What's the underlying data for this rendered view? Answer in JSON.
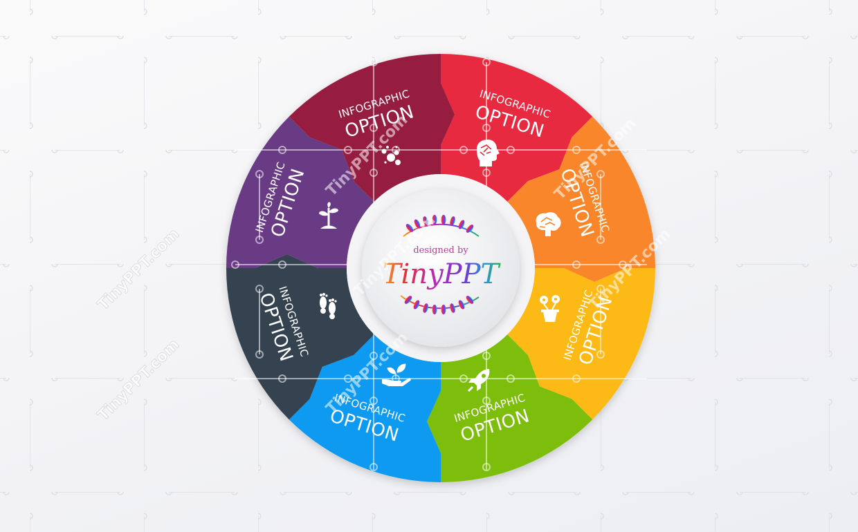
{
  "center": {
    "designed_by": "designed by",
    "brand": "TinyPPT"
  },
  "segments": [
    {
      "id": "red",
      "color": "#e8293f",
      "line1": "INFOGRAPHIC",
      "line2": "OPTION",
      "icon": "brain-head-icon"
    },
    {
      "id": "orange",
      "color": "#f9862a",
      "line1": "INFOGRAPHIC",
      "line2": "OPTION",
      "icon": "brain-icon"
    },
    {
      "id": "yellow",
      "color": "#fdb913",
      "line1": "INFOGRAPHIC",
      "line2": "OPTION",
      "icon": "flower-pot-icon"
    },
    {
      "id": "green",
      "color": "#7dbe10",
      "line1": "INFOGRAPHIC",
      "line2": "OPTION",
      "icon": "rocket-icon"
    },
    {
      "id": "blue",
      "color": "#0a9af0",
      "line1": "INFOGRAPHIC",
      "line2": "OPTION",
      "icon": "hand-plant-icon"
    },
    {
      "id": "dark",
      "color": "#36434f",
      "line1": "INFOGRAPHIC",
      "line2": "OPTION",
      "icon": "footprints-icon"
    },
    {
      "id": "purple",
      "color": "#6b3a85",
      "line1": "INFOGRAPHIC",
      "line2": "OPTION",
      "icon": "sprout-icon"
    },
    {
      "id": "maroon",
      "color": "#961c3f",
      "line1": "INFOGRAPHIC",
      "line2": "OPTION",
      "icon": "bubbles-icon"
    }
  ],
  "watermark": "TinyPPT.com"
}
